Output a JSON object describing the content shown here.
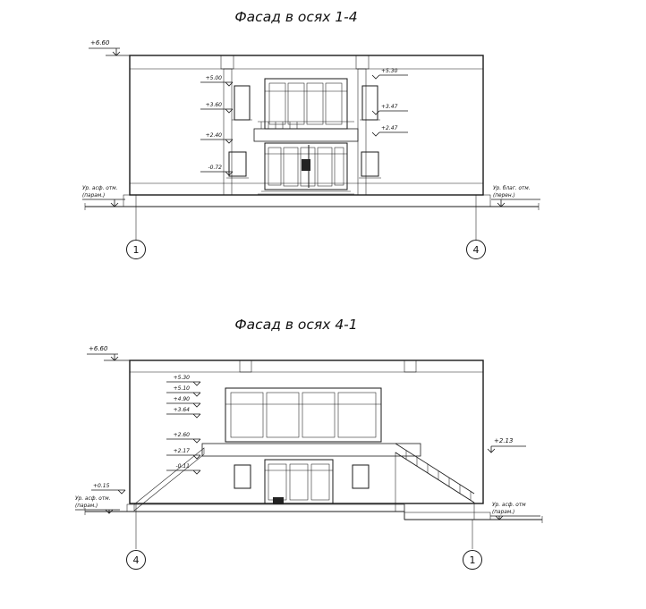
{
  "f1": {
    "title": "Фасад в осях 1-4",
    "top_mark": "+6.60",
    "marks_left": [
      "+5.00",
      "+3.60",
      "+2.40",
      "-0.72"
    ],
    "marks_right": [
      "+5.30",
      "+3.47",
      "+2.47"
    ],
    "ground_left_line1": "Ур. асф. отм.",
    "ground_left_line2": "(парам.)",
    "ground_right_line1": "Ур. благ. отм.",
    "ground_right_line2": "(перен.)",
    "axis_left": "1",
    "axis_right": "4"
  },
  "f2": {
    "title": "Фасад в осях 4-1",
    "top_mark": "+6.60",
    "marks_left": [
      "+5.30",
      "+5.10",
      "+4.90",
      "+3.64",
      "+2.60",
      "+2.17",
      "-0.11"
    ],
    "mark_plinth": "+0.15",
    "mark_right": "+2.13",
    "ground_left_line1": "Ур. асф. отм.",
    "ground_left_line2": "(парам.)",
    "ground_right_line1": "Ур. асф. отм",
    "ground_right_line2": "(парам.)",
    "axis_left": "4",
    "axis_right": "1"
  }
}
